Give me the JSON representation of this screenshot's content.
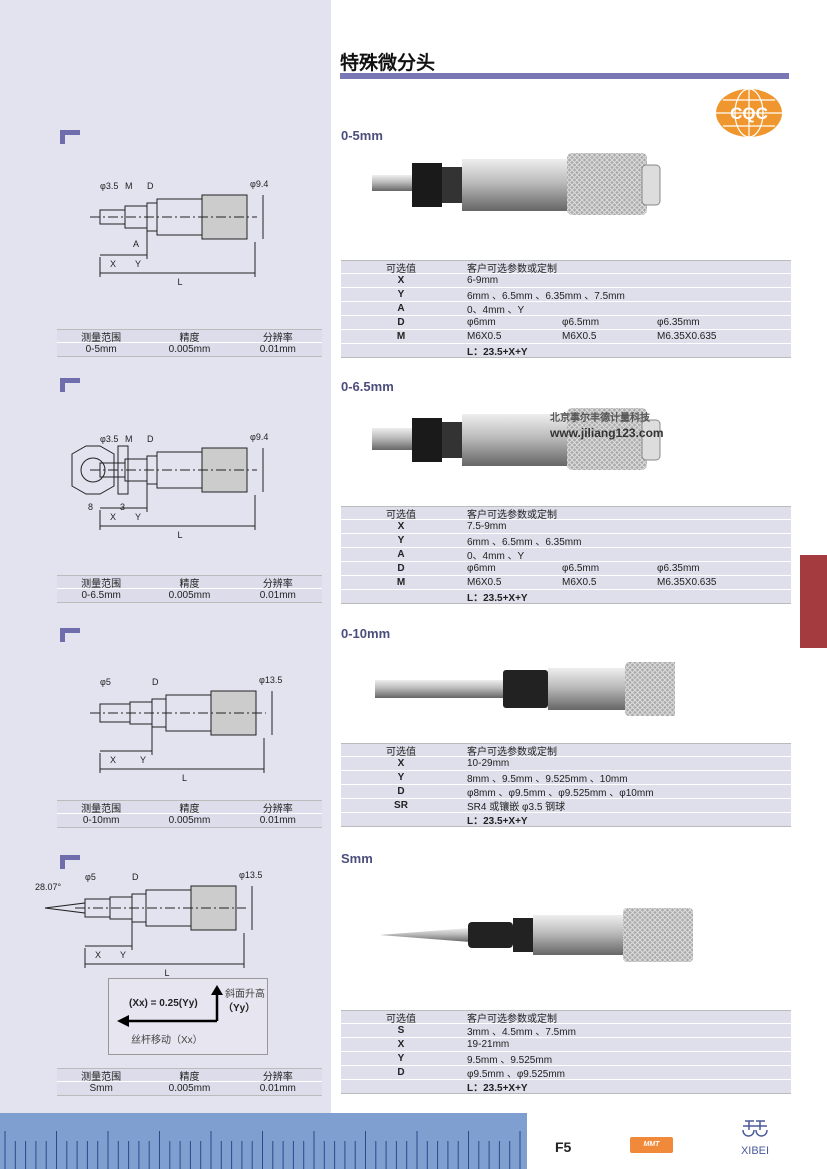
{
  "title": "特殊微分头",
  "logos": {
    "cqc": "CQC",
    "mmt": "MMT",
    "xibei": "XIBEI"
  },
  "page_number": "F5",
  "watermark": {
    "line1": "北京事尔丰德计量科技",
    "line2": "www.jiliang123.com"
  },
  "colors": {
    "accent": "#7a78b4",
    "heading": "#4b4e7c",
    "tab": "#a33b3f",
    "ruler": "#7f9fd0"
  },
  "spec_headers": [
    "测量范围",
    "精度",
    "分辨率"
  ],
  "option_headers": [
    "可选值",
    "客户可选参数或定制"
  ],
  "sections": [
    {
      "heading": "0-5mm",
      "spec": [
        "0-5mm",
        "0.005mm",
        "0.01mm"
      ],
      "drawing": {
        "d1": "φ3.5",
        "m": "M",
        "d": "D",
        "d2": "φ9.4",
        "a": "A",
        "x": "X",
        "y": "Y",
        "l": "L"
      },
      "options": [
        {
          "k": "X",
          "v": [
            "6-9mm"
          ]
        },
        {
          "k": "Y",
          "v": [
            "6mm 、6.5mm 、6.35mm 、7.5mm"
          ]
        },
        {
          "k": "A",
          "v": [
            "0、4mm 、Y"
          ]
        },
        {
          "k": "D",
          "v": [
            "φ6mm",
            "φ6.5mm",
            "φ6.35mm"
          ]
        },
        {
          "k": "M",
          "v": [
            "M6X0.5",
            "M6X0.5",
            "M6.35X0.635"
          ]
        },
        {
          "k": "",
          "v": [
            "L：23.5+X+Y"
          ]
        }
      ]
    },
    {
      "heading": "0-6.5mm",
      "spec": [
        "0-6.5mm",
        "0.005mm",
        "0.01mm"
      ],
      "drawing": {
        "d1": "φ3.5",
        "m": "M",
        "d": "D",
        "d2": "φ9.4",
        "s8": "8",
        "s3": "3",
        "x": "X",
        "y": "Y",
        "l": "L"
      },
      "options": [
        {
          "k": "X",
          "v": [
            "7.5-9mm"
          ]
        },
        {
          "k": "Y",
          "v": [
            "6mm 、6.5mm 、6.35mm"
          ]
        },
        {
          "k": "A",
          "v": [
            "0、4mm 、Y"
          ]
        },
        {
          "k": "D",
          "v": [
            "φ6mm",
            "φ6.5mm",
            "φ6.35mm"
          ]
        },
        {
          "k": "M",
          "v": [
            "M6X0.5",
            "M6X0.5",
            "M6.35X0.635"
          ]
        },
        {
          "k": "",
          "v": [
            "L：23.5+X+Y"
          ]
        }
      ]
    },
    {
      "heading": "0-10mm",
      "spec": [
        "0-10mm",
        "0.005mm",
        "0.01mm"
      ],
      "drawing": {
        "d1": "φ5",
        "d": "D",
        "d2": "φ13.5",
        "x": "X",
        "y": "Y",
        "l": "L"
      },
      "options": [
        {
          "k": "X",
          "v": [
            "10-29mm"
          ]
        },
        {
          "k": "Y",
          "v": [
            "8mm 、9.5mm 、9.525mm 、10mm"
          ]
        },
        {
          "k": "D",
          "v": [
            "φ8mm 、φ9.5mm 、φ9.525mm 、φ10mm"
          ]
        },
        {
          "k": "SR",
          "v": [
            "SR4 或镶嵌 φ3.5 钢球"
          ]
        },
        {
          "k": "",
          "v": [
            "L：23.5+X+Y"
          ]
        }
      ]
    },
    {
      "heading": "Smm",
      "spec": [
        "Smm",
        "0.005mm",
        "0.01mm"
      ],
      "drawing": {
        "angle": "28.07°",
        "d1": "φ5",
        "d": "D",
        "d2": "φ13.5",
        "x": "X",
        "y": "Y",
        "l": "L"
      },
      "formula": {
        "eq": "(Xx) = 0.25(Yy)",
        "up": "斜面升高",
        "up2": "（Yy）",
        "left": "丝杆移动（Xx）"
      },
      "options": [
        {
          "k": "S",
          "v": [
            "3mm 、4.5mm 、7.5mm"
          ]
        },
        {
          "k": "X",
          "v": [
            "19-21mm"
          ]
        },
        {
          "k": "Y",
          "v": [
            "9.5mm 、9.525mm"
          ]
        },
        {
          "k": "D",
          "v": [
            "φ9.5mm 、φ9.525mm"
          ]
        },
        {
          "k": "",
          "v": [
            "L：23.5+X+Y"
          ]
        }
      ]
    }
  ]
}
